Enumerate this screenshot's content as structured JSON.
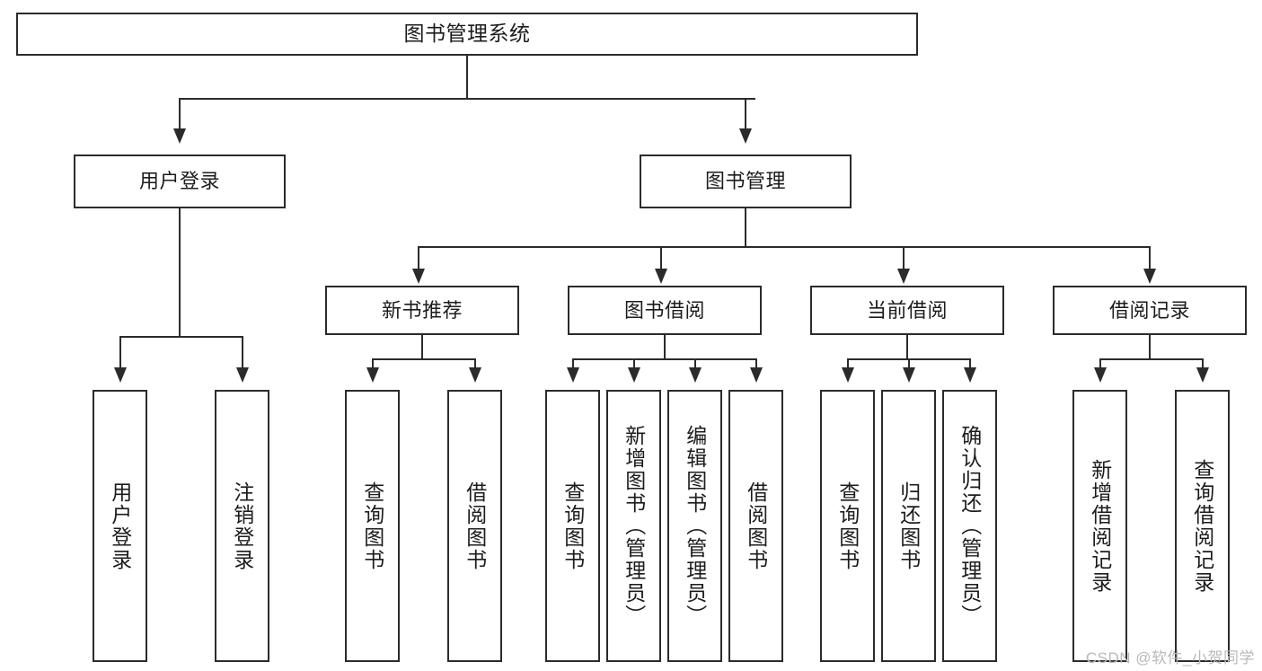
{
  "diagram": {
    "title": "图书管理系统",
    "watermark": "CSDN @软件_小贺同学",
    "accent_color": "#2b2b2b",
    "background_color": "#ffffff"
  },
  "nodes": {
    "root": {
      "label": "图书管理系统"
    },
    "level2": [
      {
        "label": "用户登录"
      },
      {
        "label": "图书管理"
      }
    ],
    "level3": [
      {
        "label": "新书推荐"
      },
      {
        "label": "图书借阅"
      },
      {
        "label": "当前借阅"
      },
      {
        "label": "借阅记录"
      }
    ],
    "leaves": [
      {
        "label": "用户登录"
      },
      {
        "label": "注销登录"
      },
      {
        "label": "查询图书"
      },
      {
        "label": "借阅图书"
      },
      {
        "label": "查询图书"
      },
      {
        "label": "新增图书（管理员）"
      },
      {
        "label": "编辑图书（管理员）"
      },
      {
        "label": "借阅图书"
      },
      {
        "label": "查询图书"
      },
      {
        "label": "归还图书"
      },
      {
        "label": "确认归还（管理员）"
      },
      {
        "label": "新增借阅记录"
      },
      {
        "label": "查询借阅记录"
      }
    ]
  },
  "chart_data": {
    "type": "diagram",
    "diagram_kind": "tree / functional-structure-chart",
    "title": "图书管理系统",
    "orientation": "top-down",
    "tree": {
      "name": "图书管理系统",
      "children": [
        {
          "name": "用户登录",
          "children": [
            {
              "name": "用户登录"
            },
            {
              "name": "注销登录"
            }
          ]
        },
        {
          "name": "图书管理",
          "children": [
            {
              "name": "新书推荐",
              "children": [
                {
                  "name": "查询图书"
                },
                {
                  "name": "借阅图书"
                }
              ]
            },
            {
              "name": "图书借阅",
              "children": [
                {
                  "name": "查询图书"
                },
                {
                  "name": "新增图书（管理员）"
                },
                {
                  "name": "编辑图书（管理员）"
                },
                {
                  "name": "借阅图书"
                }
              ]
            },
            {
              "name": "当前借阅",
              "children": [
                {
                  "name": "查询图书"
                },
                {
                  "name": "归还图书"
                },
                {
                  "name": "确认归还（管理员）"
                }
              ]
            },
            {
              "name": "借阅记录",
              "children": [
                {
                  "name": "新增借阅记录"
                },
                {
                  "name": "查询借阅记录"
                }
              ]
            }
          ]
        }
      ]
    },
    "node_count": 20,
    "depth": 4
  }
}
